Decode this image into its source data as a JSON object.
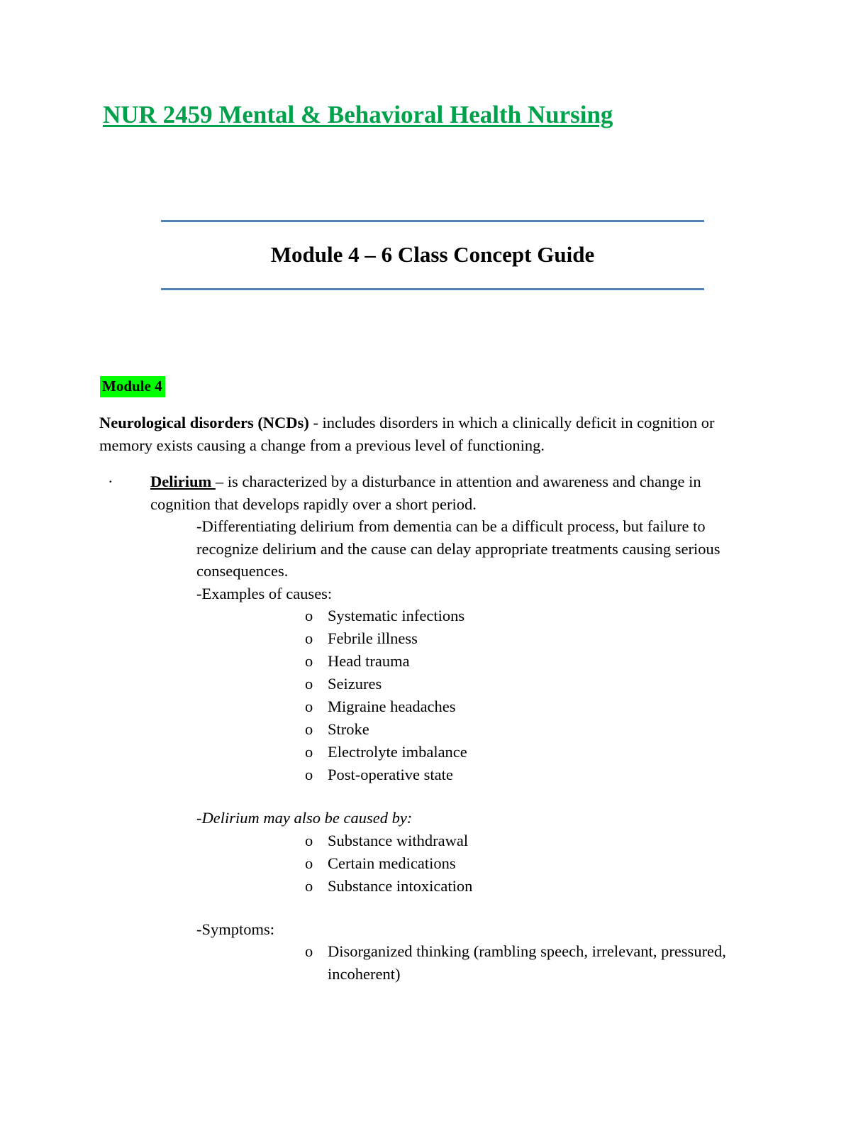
{
  "document": {
    "title": "NUR 2459 Mental & Behavioral Health Nursing",
    "title_color": "#00A14B",
    "cover_heading": "Module 4 – 6 Class Concept Guide",
    "rule_color": "#4F81BD",
    "highlight_color": "#00FF00"
  },
  "sections": [
    {
      "tag": "Module 4",
      "definition": {
        "term": "Neurological disorders (NCDs)",
        "body": " - includes disorders in which a clinically deficit in cognition or memory exists causing a change from a previous level of functioning."
      },
      "bullets": [
        {
          "marker": "·",
          "term": "Delirium ",
          "body": "– is characterized by a disturbance in attention and awareness and change in cognition that develops rapidly over a short period.",
          "subsections": [
            {
              "label": "-Differentiating delirium from dementia can be a difficult process, but failure to recognize delirium and the cause can delay appropriate treatments causing serious consequences.",
              "style": "plain",
              "items": []
            },
            {
              "label": "-Examples of causes:",
              "style": "plain",
              "items": [
                "Systematic infections",
                "Febrile illness",
                "Head trauma",
                "Seizures",
                "Migraine headaches",
                "Stroke",
                "Electrolyte imbalance",
                "Post-operative state"
              ]
            },
            {
              "label": "-Delirium may also be caused by:",
              "style": "italic",
              "items": [
                "Substance withdrawal",
                "Certain medications",
                "Substance intoxication"
              ]
            },
            {
              "label": "-Symptoms:",
              "style": "plain",
              "items": [
                "Disorganized thinking (rambling speech, irrelevant, pressured, incoherent)"
              ]
            }
          ]
        }
      ]
    }
  ],
  "list_marker": "o"
}
